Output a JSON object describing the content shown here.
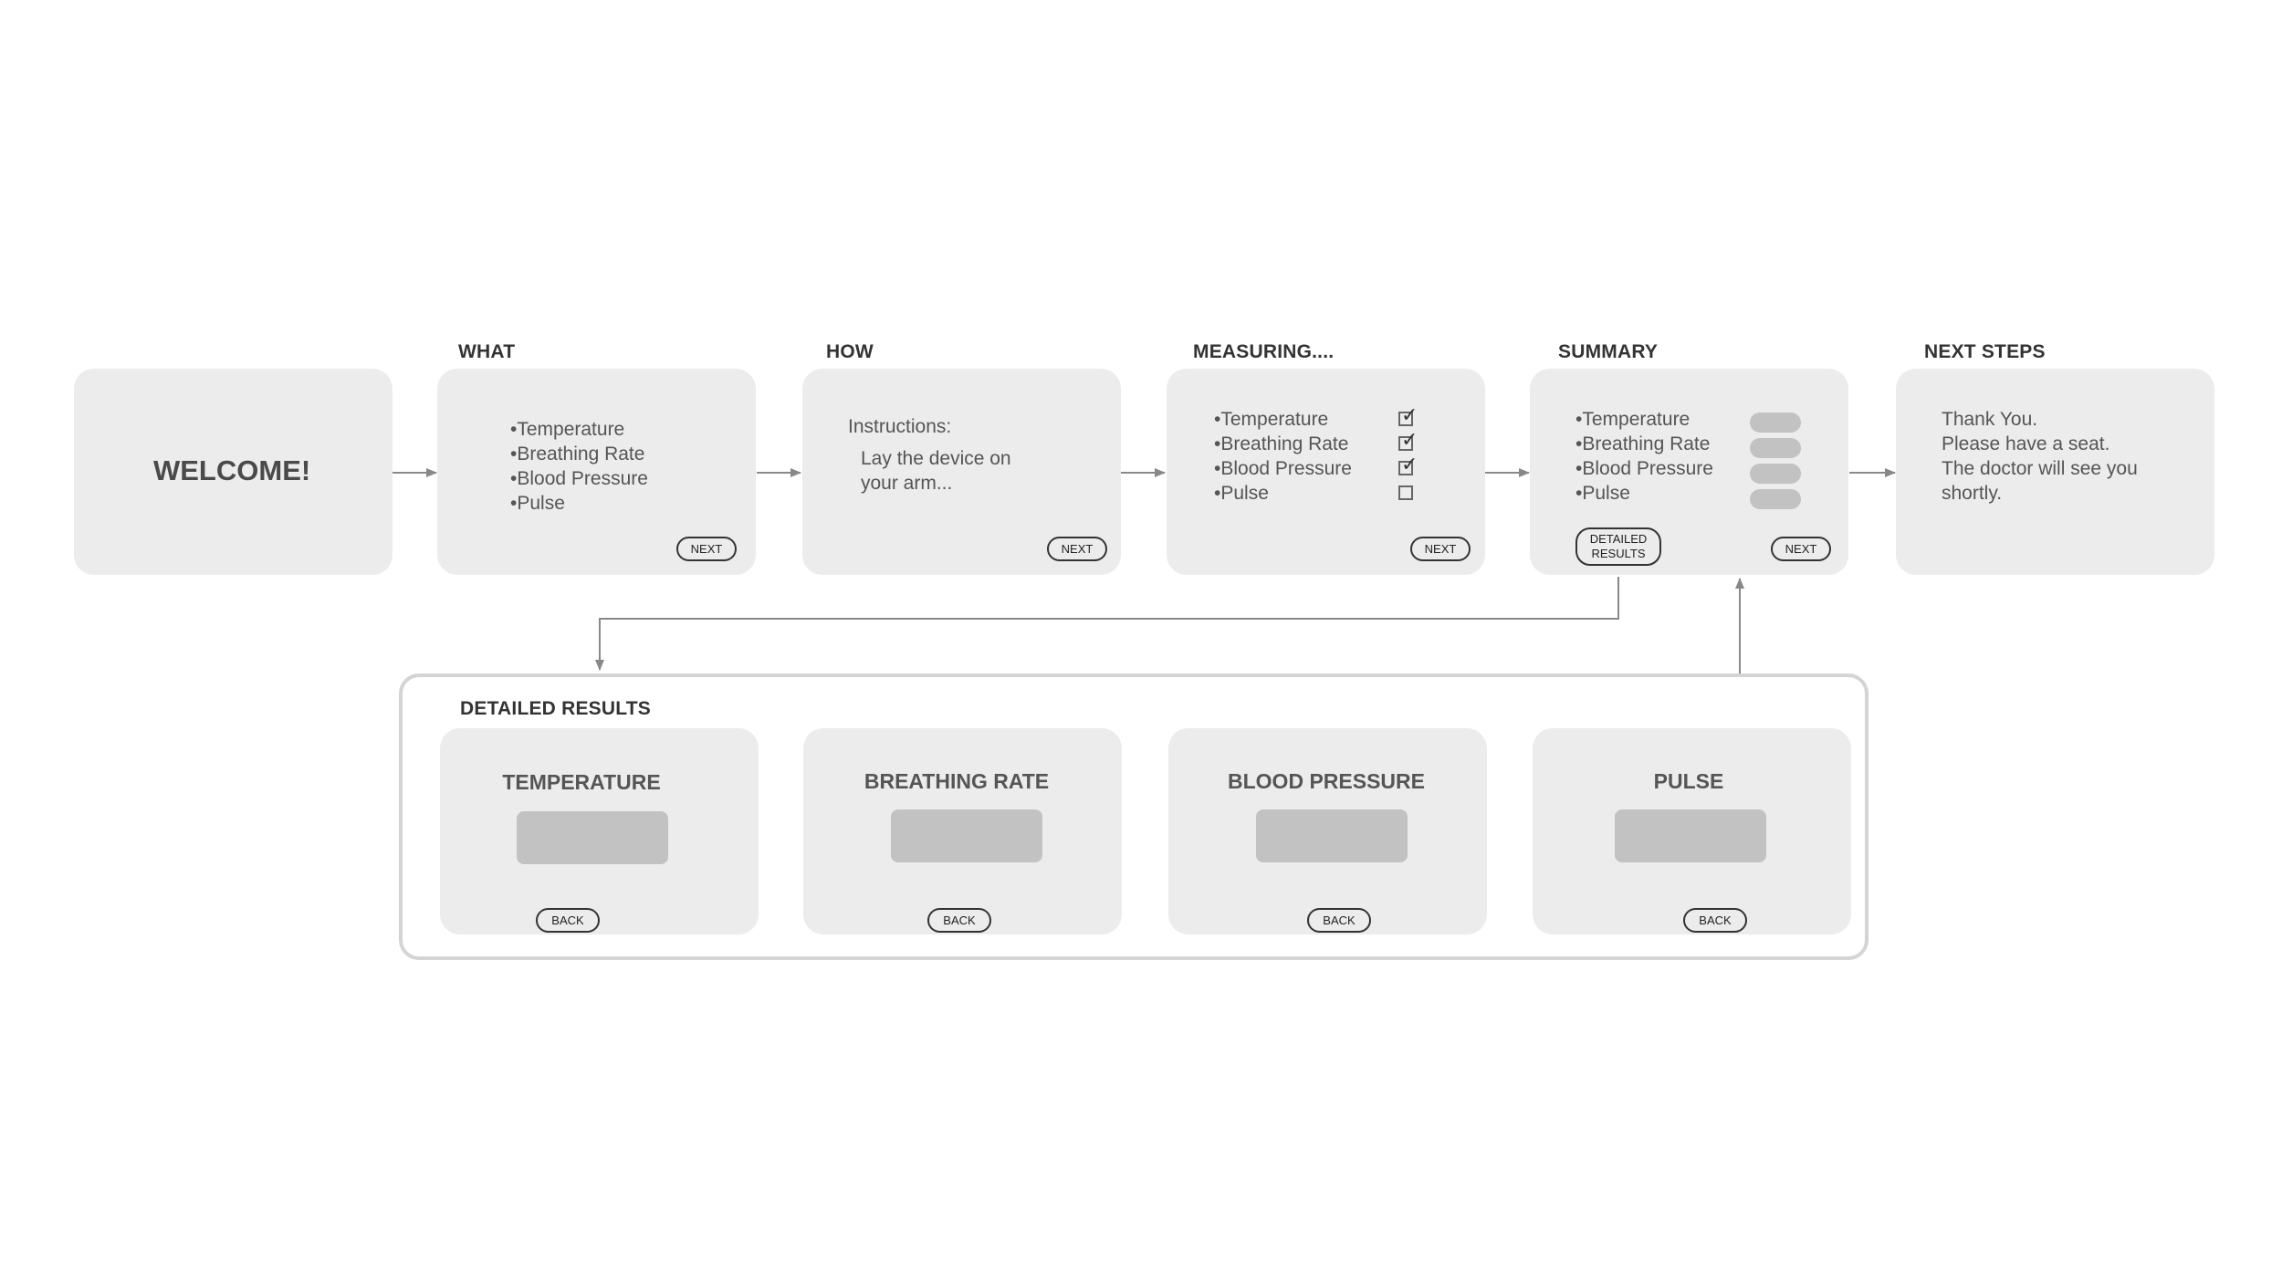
{
  "welcome": {
    "title": "WELCOME!"
  },
  "what": {
    "label": "WHAT",
    "items": [
      "•Temperature",
      "•Breathing Rate",
      "•Blood Pressure",
      "•Pulse"
    ],
    "next_label": "NEXT"
  },
  "how": {
    "label": "HOW",
    "instructions_label": "Instructions:",
    "instruction_lines": [
      "Lay the device on",
      "your arm..."
    ],
    "next_label": "NEXT"
  },
  "measuring": {
    "label": "MEASURING....",
    "items": [
      "•Temperature",
      "•Breathing Rate",
      "•Blood Pressure",
      "•Pulse"
    ],
    "checked": [
      true,
      true,
      true,
      false
    ],
    "next_label": "NEXT"
  },
  "summary": {
    "label": "SUMMARY",
    "items": [
      "•Temperature",
      "•Breathing Rate",
      "•Blood Pressure",
      "•Pulse"
    ],
    "detailed_button": [
      "DETAILED",
      "RESULTS"
    ],
    "next_label": "NEXT"
  },
  "next_steps": {
    "label": "NEXT STEPS",
    "lines": [
      "Thank You.",
      "Please have a seat.",
      "The doctor will see you",
      "shortly."
    ]
  },
  "detailed_results": {
    "label": "DETAILED RESULTS",
    "cards": [
      {
        "title": "TEMPERATURE",
        "back_label": "BACK"
      },
      {
        "title": "BREATHING RATE",
        "back_label": "BACK"
      },
      {
        "title": "BLOOD PRESSURE",
        "back_label": "BACK"
      },
      {
        "title": "PULSE",
        "back_label": "BACK"
      }
    ]
  },
  "colors": {
    "panel": "#ececec",
    "connector": "#888888",
    "placeholder": "#c2c2c2",
    "frame": "#d4d4d4"
  }
}
